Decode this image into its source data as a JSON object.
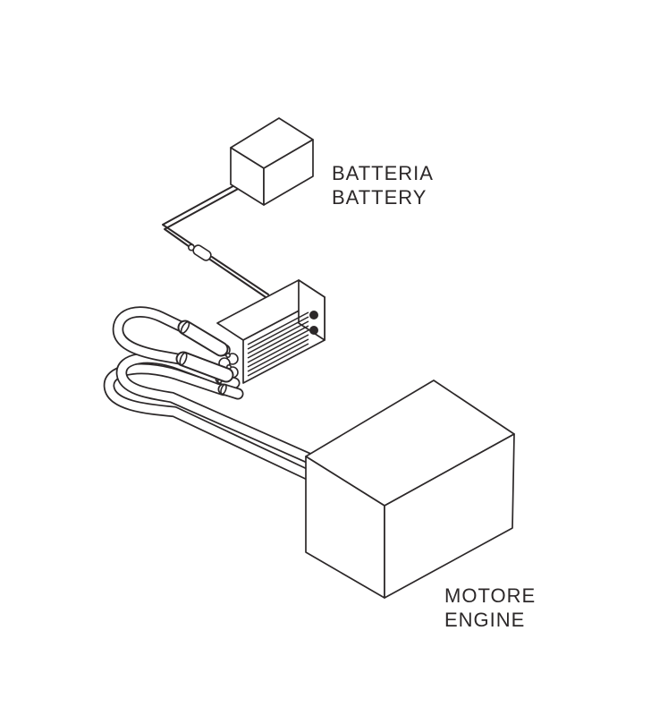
{
  "theme": {
    "background": "#ffffff",
    "line-color": "#2c2829",
    "text-color": "#2c2829"
  },
  "diagram": {
    "battery_label": {
      "line1": "BATTERIA",
      "line2": "BATTERY"
    },
    "engine_label": {
      "line1": "MOTORE",
      "line2": "ENGINE"
    }
  }
}
